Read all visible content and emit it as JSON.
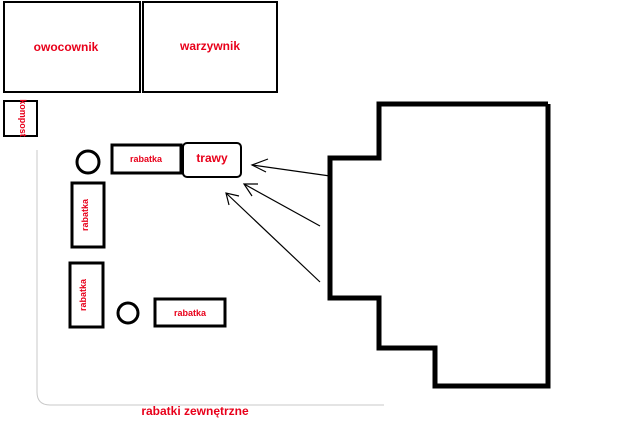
{
  "colors": {
    "label": "#e8001a",
    "outline": "#000000",
    "faint": "#c8c8c8",
    "background": "#ffffff"
  },
  "labels": {
    "owocownik": "owocownik",
    "warzywnik": "warzywnik",
    "kompost": "kompost",
    "rabatka_top": "rabatka",
    "rabatka_left_upper": "rabatka",
    "rabatka_left_lower": "rabatka",
    "rabatka_bottom": "rabatka",
    "trawy": "trawy",
    "rabatki_zewnetrzne": "rabatki zewnętrzne"
  }
}
